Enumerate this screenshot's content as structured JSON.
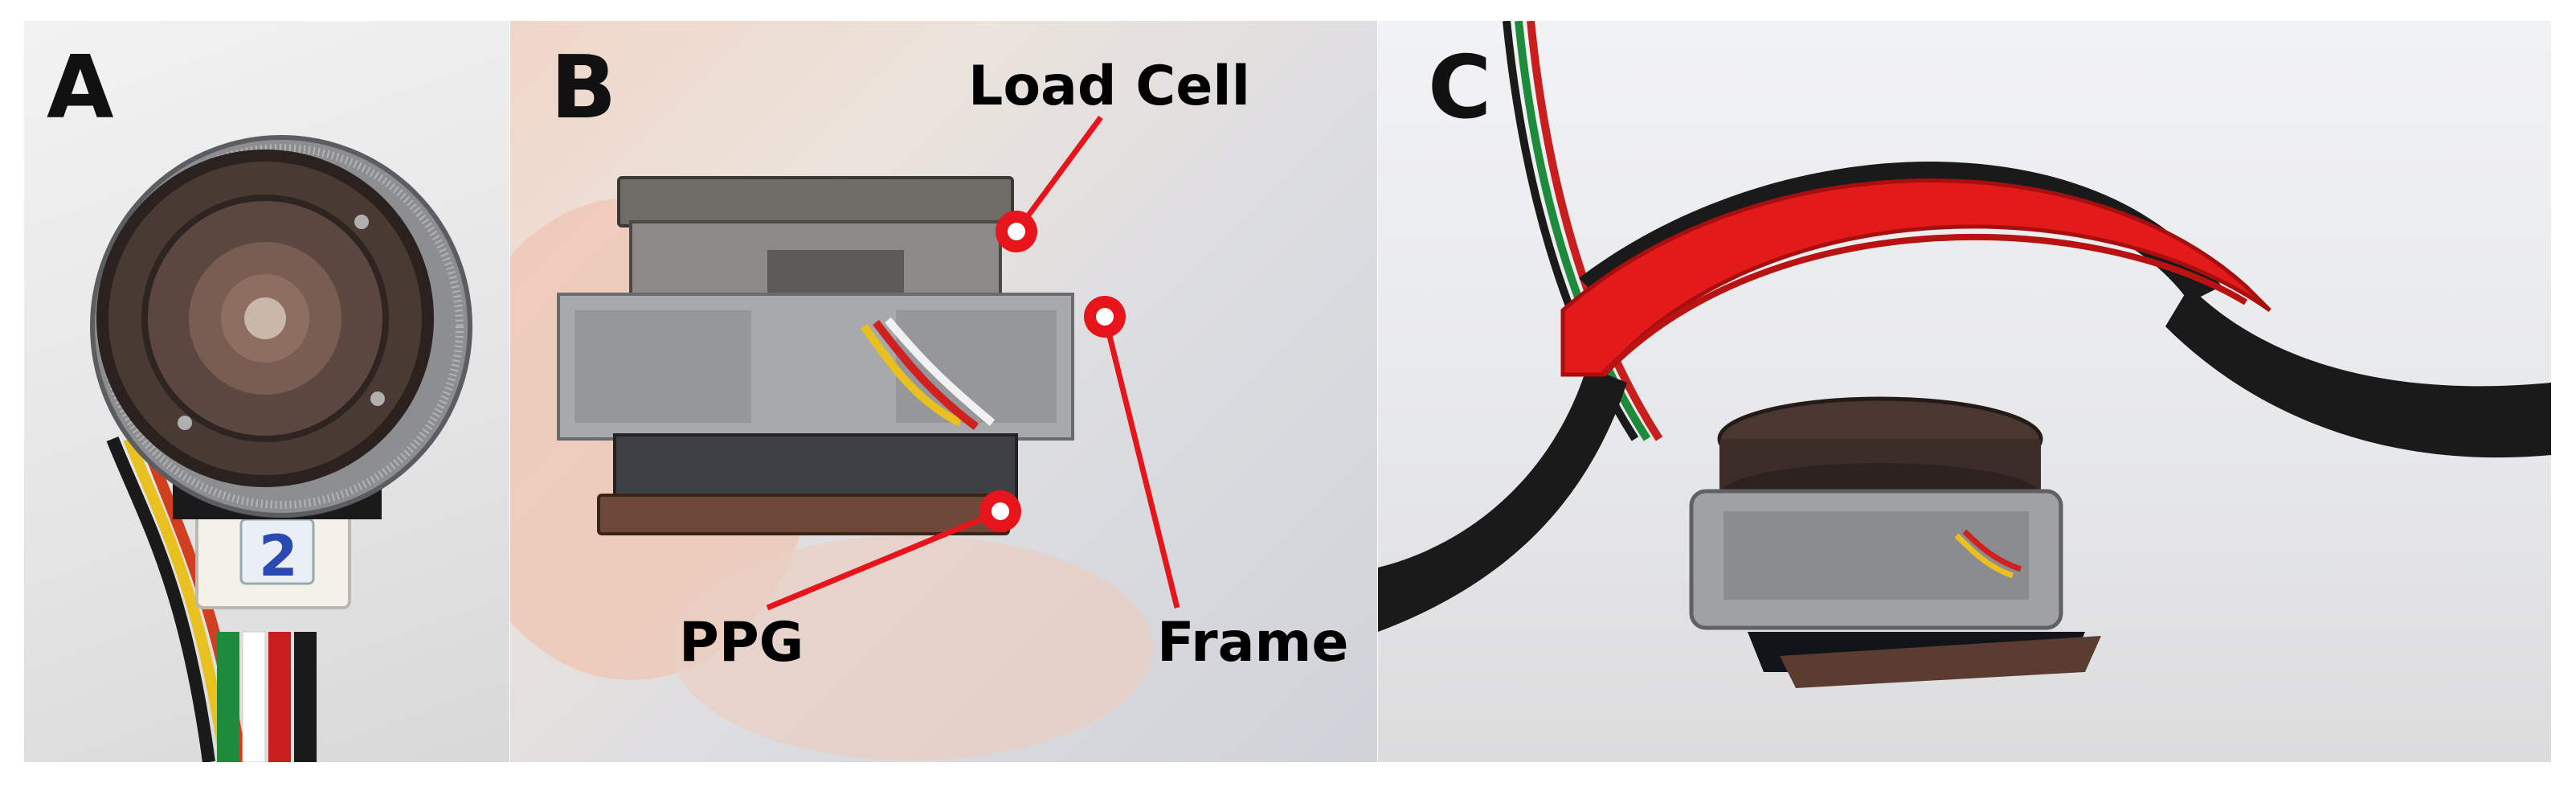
{
  "panels": {
    "a": {
      "letter": "A"
    },
    "b": {
      "letter": "B",
      "labels": {
        "load_cell": "Load Cell",
        "ppg": "PPG",
        "frame": "Frame"
      }
    },
    "c": {
      "letter": "C"
    }
  },
  "colors": {
    "callout": "#e8141b",
    "strap": "#e21a1a",
    "band": "#1a1a1a"
  }
}
